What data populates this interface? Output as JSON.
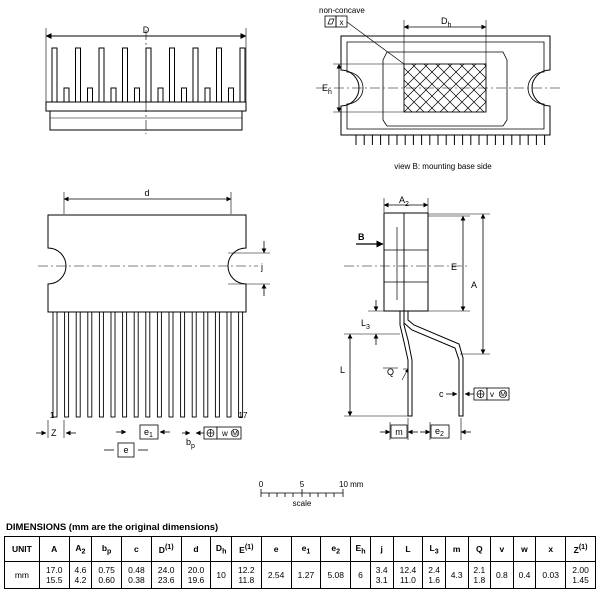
{
  "labels": {
    "D": "D",
    "Dh": "D",
    "Dh_sub": "h",
    "Eh": "E",
    "Eh_sub": "h",
    "non_concave": "non-concave",
    "x": "x",
    "view_b": "view B: mounting base side",
    "d": "d",
    "j": "j",
    "pin1": "1",
    "pin17": "17",
    "Z": "Z",
    "e1": "e",
    "e1_sub": "1",
    "e": "e",
    "bp": "b",
    "bp_sub": "p",
    "w_tol": "w",
    "v_tol": "v",
    "M": "M",
    "A2": "A",
    "A2_sub": "2",
    "B": "B",
    "E": "E",
    "A": "A",
    "L3": "L",
    "L3_sub": "3",
    "L": "L",
    "Q": "Q",
    "c": "c",
    "m": "m",
    "e2": "e",
    "e2_sub": "2"
  },
  "scale": {
    "ticks": [
      "0",
      "5",
      "10 mm"
    ],
    "label": "scale"
  },
  "dimensions": {
    "title": "DIMENSIONS (mm are the original dimensions)",
    "headers": [
      {
        "main": "UNIT",
        "sub": ""
      },
      {
        "main": "A",
        "sub": ""
      },
      {
        "main": "A",
        "sub": "2"
      },
      {
        "main": "b",
        "sub": "p"
      },
      {
        "main": "c",
        "sub": ""
      },
      {
        "main": "D",
        "sup": "(1)"
      },
      {
        "main": "d",
        "sub": ""
      },
      {
        "main": "D",
        "sub": "h"
      },
      {
        "main": "E",
        "sup": "(1)"
      },
      {
        "main": "e",
        "sub": ""
      },
      {
        "main": "e",
        "sub": "1"
      },
      {
        "main": "e",
        "sub": "2"
      },
      {
        "main": "E",
        "sub": "h"
      },
      {
        "main": "j",
        "sub": ""
      },
      {
        "main": "L",
        "sub": ""
      },
      {
        "main": "L",
        "sub": "3"
      },
      {
        "main": "m",
        "sub": ""
      },
      {
        "main": "Q",
        "sub": ""
      },
      {
        "main": "v",
        "sub": ""
      },
      {
        "main": "w",
        "sub": ""
      },
      {
        "main": "x",
        "sub": ""
      },
      {
        "main": "Z",
        "sup": "(1)"
      }
    ],
    "row": {
      "unit": "mm",
      "values": [
        [
          "17.0",
          "15.5"
        ],
        [
          "4.6",
          "4.2"
        ],
        [
          "0.75",
          "0.60"
        ],
        [
          "0.48",
          "0.38"
        ],
        [
          "24.0",
          "23.6"
        ],
        [
          "20.0",
          "19.6"
        ],
        [
          "10"
        ],
        [
          "12.2",
          "11.8"
        ],
        [
          "2.54"
        ],
        [
          "1.27"
        ],
        [
          "5.08"
        ],
        [
          "6"
        ],
        [
          "3.4",
          "3.1"
        ],
        [
          "12.4",
          "11.0"
        ],
        [
          "2.4",
          "1.6"
        ],
        [
          "4.3"
        ],
        [
          "2.1",
          "1.8"
        ],
        [
          "0.8"
        ],
        [
          "0.4"
        ],
        [
          "0.03"
        ],
        [
          "2.00",
          "1.45"
        ]
      ]
    }
  }
}
